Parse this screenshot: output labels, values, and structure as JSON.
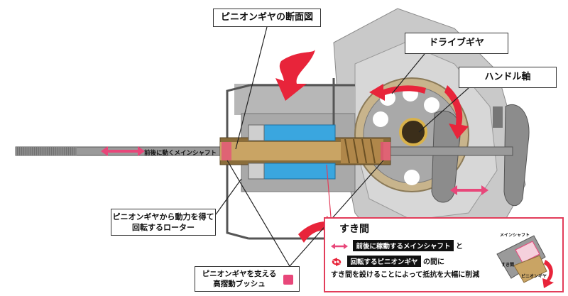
{
  "callouts": {
    "pinion_section": "ピニオンギヤの断面図",
    "drive_gear": "ドライブギヤ",
    "handle_shaft": "ハンドル軸",
    "rotor_line1": "ピニオンギヤから動力を得て",
    "rotor_line2": "回転するローター",
    "bush_line1": "ピニオンギヤを支える",
    "bush_line2": "高摺動ブッシュ"
  },
  "shaft_tag": "前後に動くメインシャフト",
  "gap_panel": {
    "title": "すき間",
    "row1_pill": "前後に稼動するメインシャフト",
    "row1_suffix": "と",
    "row2_pill": "回転するピニオンギヤ",
    "row2_suffix": "の間に",
    "row3": "すき間を設けることによって抵抗を大幅に削減",
    "inset_shaft": "メインシャフト",
    "inset_gap": "すき間",
    "inset_pinion": "ピニオンギヤ"
  },
  "colors": {
    "accent_red": "#e23d5a",
    "pink": "#e8477a",
    "blue": "#3aa6df",
    "gray_body": "#bdbdbd"
  },
  "icons": {
    "motion_arrow": "pink-double-arrow",
    "rotation_arrow": "red-rotation-arrow"
  }
}
